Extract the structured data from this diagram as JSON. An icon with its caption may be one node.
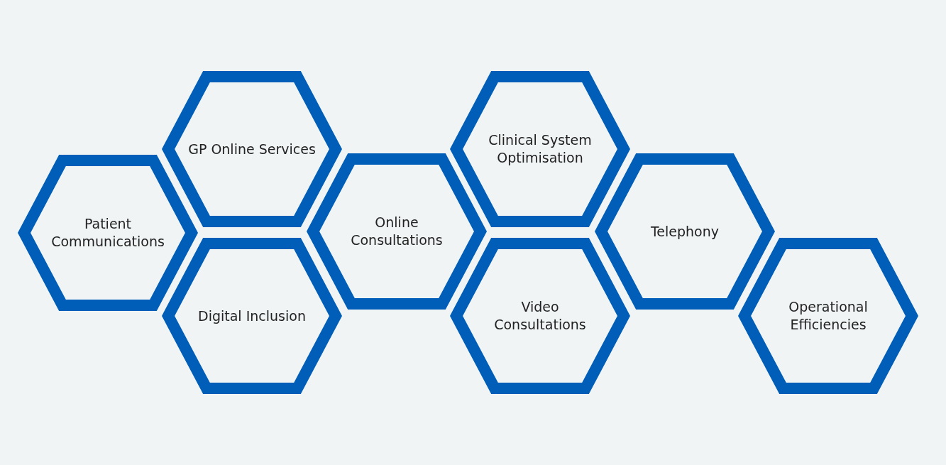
{
  "diagram": {
    "nodes": [
      {
        "text": [
          "Patient Communications"
        ]
      },
      {
        "text": [
          "GP Online Services"
        ]
      },
      {
        "text": [
          "Digital Inclusion"
        ]
      },
      {
        "text": [
          "Online Consultations"
        ]
      },
      {
        "text": [
          "Clinical System Optimisation"
        ]
      },
      {
        "text": [
          "Video Consultations"
        ]
      },
      {
        "text": [
          "Telephony"
        ]
      },
      {
        "text": [
          "Operational Efficiencies"
        ]
      }
    ],
    "edges": []
  }
}
